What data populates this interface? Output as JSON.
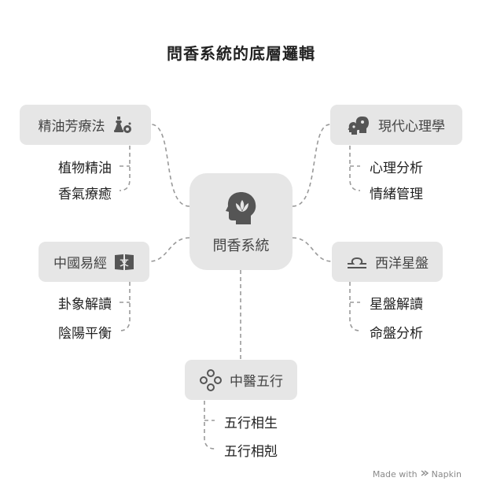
{
  "title": "問香系統的底層邏輯",
  "center": {
    "label": "問香系統",
    "icon": "head-lotus-icon"
  },
  "branches": [
    {
      "id": "aroma",
      "label": "精油芳療法",
      "icon": "oil-bottles-icon",
      "items": [
        "植物精油",
        "香氣療癒"
      ]
    },
    {
      "id": "psych",
      "label": "現代心理學",
      "icon": "two-heads-icon",
      "items": [
        "心理分析",
        "情緒管理"
      ]
    },
    {
      "id": "iching",
      "label": "中國易經",
      "icon": "book-translate-icon",
      "items": [
        "卦象解讀",
        "陰陽平衡"
      ]
    },
    {
      "id": "astro",
      "label": "西洋星盤",
      "icon": "libra-icon",
      "items": [
        "星盤解讀",
        "命盤分析"
      ]
    },
    {
      "id": "tcm",
      "label": "中醫五行",
      "icon": "five-circles-icon",
      "items": [
        "五行相生",
        "五行相剋"
      ]
    }
  ],
  "watermark": {
    "text": "Made with",
    "brand": "Napkin"
  },
  "colors": {
    "node_bg": "#e6e6e6",
    "line": "#9a9a9a",
    "icon": "#555555"
  }
}
